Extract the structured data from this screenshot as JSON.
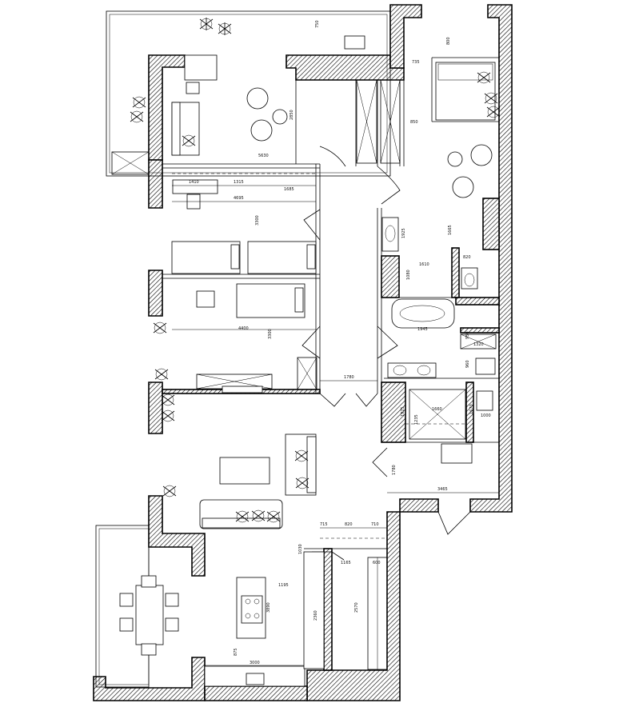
{
  "dimensions": {
    "d750": "750",
    "d800": "800",
    "d735": "735",
    "d2850": "2850",
    "d5630": "5630",
    "d850": "850",
    "d1410": "1410",
    "d1315": "1315",
    "d1685": "1685",
    "d4695": "4695",
    "d3300a": "3300",
    "d1925": "1925",
    "d1665": "1665",
    "d1610": "1610",
    "d820": "820",
    "d1080": "1080",
    "d1945": "1945",
    "d4400": "4400",
    "d3300b": "3300",
    "d950": "950",
    "d1320": "1320",
    "d1780a": "1780",
    "d960": "960",
    "d1660": "1660",
    "d1925b": "1925",
    "d1235": "1235",
    "d1670": "1670",
    "d1000": "1000",
    "d1780b": "1780",
    "d3465": "3465",
    "d715": "715",
    "d820b": "820",
    "d710": "710",
    "d1030": "1030",
    "d1165": "1165",
    "d600": "600",
    "d1195": "1195",
    "d3890": "3890",
    "d2570": "2570",
    "d2360": "2360",
    "d875": "875",
    "d3000": "3000"
  },
  "colors": {
    "wall_hatch": "#000000",
    "background": "#ffffff"
  }
}
